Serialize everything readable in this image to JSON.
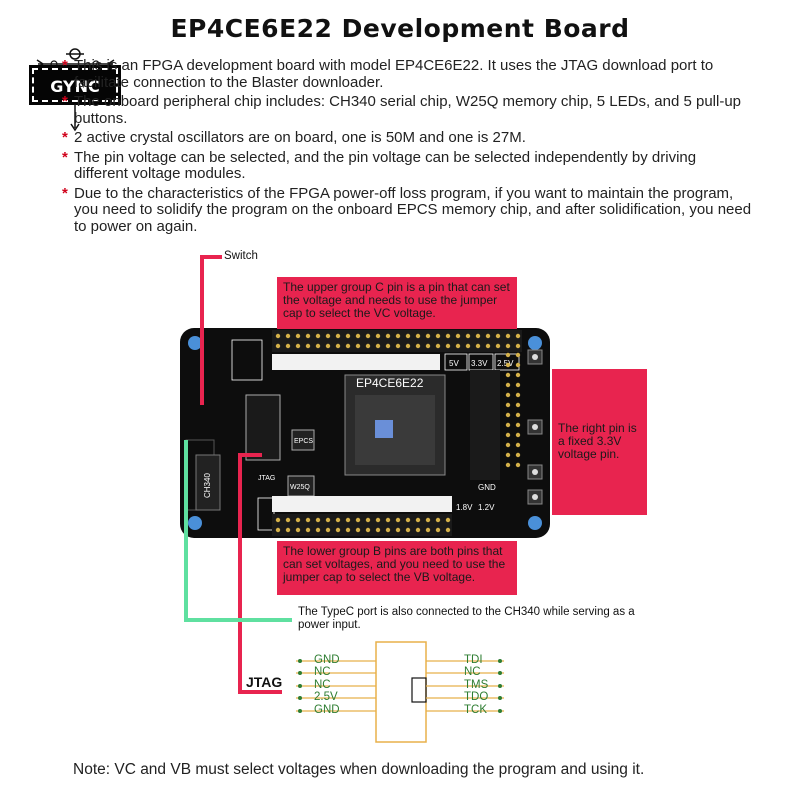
{
  "title": "EP4CE6E22 Development Board",
  "logo_text": "GYNC",
  "bullets": [
    "This is an FPGA development board with model EP4CE6E22. It uses the JTAG download port to facilitate connection to the Blaster downloader.",
    "The onboard peripheral chip includes: CH340 serial chip, W25Q memory chip, 5 LEDs, and 5 pull-up buttons.",
    "2 active crystal oscillators are on board, one is 50M and one is 27M.",
    "The pin voltage can be selected, and the pin voltage can be selected independently by driving different voltage modules.",
    "Due to the characteristics of the FPGA power-off loss program, if you want to maintain the program, you need to solidify the program on the onboard EPCS memory chip, and after solidification, you need to power on again."
  ],
  "bullet_marker": "*",
  "board": {
    "chip_label": "EP4CE6E22",
    "ch340_label": "CH340",
    "epcs_label": "EPCS",
    "w25q_label": "W25Q",
    "jtag_silk": "JTAG",
    "v5": "5V",
    "v33": "3.3V",
    "v25": "2.5V",
    "gnd": "GND",
    "v18": "1.8V",
    "v12": "1.2V"
  },
  "labels": {
    "switch": "Switch",
    "upper_callout": "The upper group C pin is a pin that can set the voltage and needs to use the jumper cap to select the VC voltage.",
    "right_callout": "The right pin is a fixed 3.3V voltage pin.",
    "lower_callout": "The lower group B pins are both pins that can set voltages, and you need to use the jumper cap to select the VB voltage.",
    "typec": "The TypeC port is also connected to the CH340 while serving as a power input.",
    "jtag": "JTAG"
  },
  "jtag_pins": {
    "left": [
      "GND",
      "NC",
      "NC",
      "2.5V",
      "GND"
    ],
    "right": [
      "TDI",
      "NC",
      "TMS",
      "TDO",
      "TCK"
    ]
  },
  "note": "Note: VC and VB must select voltages when downloading the program and using it.",
  "colors": {
    "callout": "#e8244f",
    "board": "#0d0d0d",
    "switch_line": "#e8244f",
    "typec_line": "#5fe0a0",
    "pin_text": "#2e7d32",
    "bullet_star": "#d0021b"
  }
}
